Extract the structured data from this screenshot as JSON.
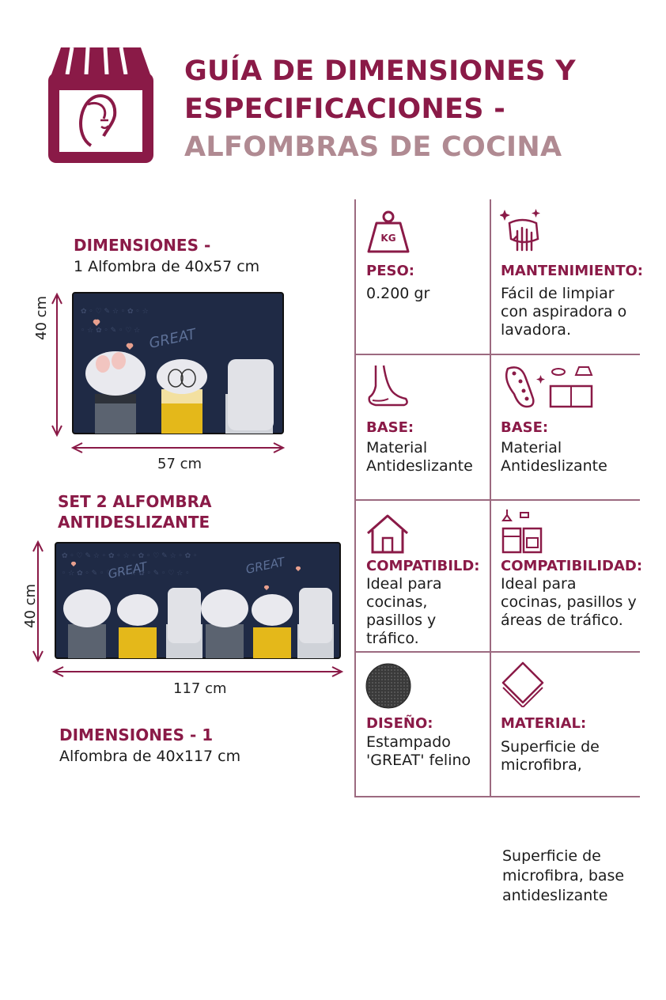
{
  "header": {
    "title_line1": "GUÍA DE DIMENSIONES Y",
    "title_line2": "ESPECIFICACIONES -",
    "title_line3": "ALFOMBRAS DE COCINA",
    "logo_icon": "shop-face-logo",
    "brand_color": "#8a1a47",
    "muted_color": "#b08a92"
  },
  "rug1": {
    "heading": "DIMENSIONES -",
    "subheading": "1 Alfombra de 40x57 cm",
    "height_label": "40 cm",
    "width_label": "57 cm",
    "print_text": "GREAT"
  },
  "rug2": {
    "heading_line1": "SET 2 ALFOMBRA",
    "heading_line2": "ANTIDESLIZANTE",
    "height_label": "40 cm",
    "width_label": "117 cm",
    "print_text_a": "GREAT",
    "print_text_b": "GREAT"
  },
  "dims2": {
    "heading": "DIMENSIONES - 1",
    "subheading": "Alfombra de 40x117 cm"
  },
  "specs": [
    {
      "icon": "weight-kg-icon",
      "icon_text": "KG",
      "title": "PESO:",
      "lines": [
        "0.200 gr"
      ]
    },
    {
      "icon": "hand-cleaning-icon",
      "title": "MANTENIMIENTO:",
      "lines": [
        "Fácil de limpiar",
        "con aspiradora o",
        "lavadora."
      ]
    },
    {
      "icon": "foot-icon",
      "title": "BASE:",
      "lines": [
        "Material",
        "Antideslizante"
      ]
    },
    {
      "icon": "sole-kitchen-icon",
      "title": "BASE:",
      "lines": [
        "Material",
        "Antideslizante"
      ]
    },
    {
      "icon": "house-icon",
      "title": "COMPATIBILD:",
      "lines": [
        "Ideal para",
        "cocinas,",
        "pasillos y",
        "tráfico."
      ]
    },
    {
      "icon": "kitchen-appliance-icon",
      "title": "COMPATIBILIDAD:",
      "lines": [
        "Ideal para",
        "cocinas, pasillos y",
        "áreas de tráfico."
      ]
    },
    {
      "icon": "fabric-swatch-icon",
      "title": "DISEÑO:",
      "lines": [
        "Estampado",
        "'GREAT' felino"
      ]
    },
    {
      "icon": "layers-material-icon",
      "title": "MATERIAL:",
      "lines": [
        "Superficie de",
        "microfibra,"
      ]
    }
  ],
  "footnote": {
    "lines": [
      "Superficie de",
      "microfibra, base",
      "antideslizante"
    ]
  }
}
